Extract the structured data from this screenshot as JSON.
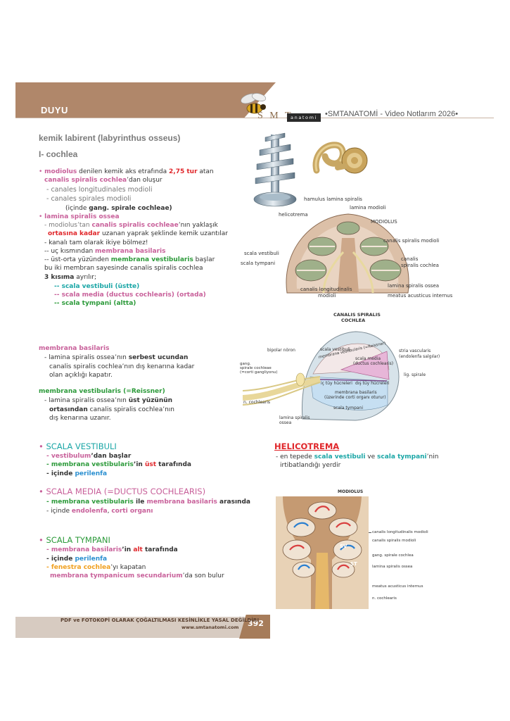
{
  "header": {
    "section": "DUYU",
    "logo_smt": "S M T",
    "logo_ana": "anatomi",
    "brand": "•SMTANATOMİ - Video Notlarım 2026•"
  },
  "intro": {
    "title": "kemik labirent (labyrinthus osseus)",
    "subtitle": "I- cochlea"
  },
  "modiolus": {
    "l1_a": "modiolus",
    "l1_b": " denilen kemik aks etrafında ",
    "l1_c": "2,75 tur",
    "l1_d": " atan",
    "l2_a": "canalis spiralis cochlea",
    "l2_b": "’dan oluşur",
    "l3": "- canales longitudinales modioli",
    "l4": "- canales spirales modioli",
    "l5_a": "(içinde ",
    "l5_b": "gang. spirale cochleae)",
    "l6": "lamina spiralis ossea",
    "l7_a": "- modiolus",
    "l7_b": "’tan ",
    "l7_c": "canalis spiralis cochleae",
    "l7_d": "’nın yaklaşık",
    "l8_a": "ortasına kadar",
    "l8_b": " uzanan yaprak şeklinde kemik uzantılar",
    "l9": "- kanalı tam olarak ikiye bölmez!",
    "l10_a": "-- uç kısmından ",
    "l10_b": "membrana basilaris",
    "l11_a": "-- üst-orta yüzünden ",
    "l11_b": "membrana vestibularis",
    "l11_c": " başlar",
    "l12": "bu iki membran sayesinde canalis spiralis cochlea",
    "l13_a": "3 kısıma",
    "l13_b": " ayrılır;",
    "l14": "-- scala vestibuli (üstte)",
    "l15": "-- scala media (ductus cochlearis) (ortada)",
    "l16": "-- scala tympani (altta)"
  },
  "basilaris": {
    "title": "membrana basilaris",
    "l1_a": "- lamina spiralis ossea’nın ",
    "l1_b": "serbest ucundan",
    "l2": "canalis spiralis cochlea’nın dış kenarına kadar",
    "l3": "olan açıklığı kapatır."
  },
  "vestibularis": {
    "title": "membrana vestibularis (=Reissner)",
    "l1_a": "- lamina spiralis ossea’nın ",
    "l1_b": "üst yüzünün",
    "l2_a": "ortasından",
    "l2_b": " canalis spiralis cochlea’nın",
    "l3": "dış kenarına uzanır."
  },
  "scala_vestibuli": {
    "title": "SCALA VESTIBULI",
    "l1_a": "- vestibulum",
    "l1_b": "’dan başlar",
    "l2_a": "- membrana vestibularis",
    "l2_b": "’in ",
    "l2_c": "üst",
    "l2_d": " tarafında",
    "l3_a": "- içinde ",
    "l3_b": "perilenfa"
  },
  "scala_media": {
    "title": "SCALA MEDIA (=DUCTUS COCHLEARIS)",
    "l1_a": "- membrana vestibularis",
    "l1_b": " ile ",
    "l1_c": "membrana basilaris",
    "l1_d": " arasında",
    "l2_a": "- içinde ",
    "l2_b": "endolenfa",
    "l2_c": ", ",
    "l2_d": "corti organı"
  },
  "scala_tympani": {
    "title": "SCALA TYMPANI",
    "l1_a": "- membrana basilaris",
    "l1_b": "’in ",
    "l1_c": "alt",
    "l1_d": " tarafında",
    "l2_a": "- içinde ",
    "l2_b": "perilenfa",
    "l3_a": "- fenestra cochlea",
    "l3_b": "’yı kapatan",
    "l4_a": "membrana tympanicum secundarium",
    "l4_b": "’da son bulur"
  },
  "helicotrema": {
    "title": "HELICOTREMA",
    "l1_a": "- en tepede ",
    "l1_b": "scala vestibuli",
    "l1_c": " ve ",
    "l1_d": "scala tympani",
    "l1_e": "’nin",
    "l2": "irtibatlandığı yerdir"
  },
  "fig1": {
    "hamulus": "hamulus lamina spiralis",
    "lamina_modioli": "lamina modioli",
    "helicotrema": "helicotrema",
    "modiolus": "MODIOLUS",
    "canalis_spiralis_modioli": "canalis spiralis modioli",
    "scala_vestibuli": "scala vestibuli",
    "scala_tympani": "scala tympani",
    "canalis_a": "canalis",
    "canalis_b": "spiralis cochlea",
    "lamina_spiralis_ossea": "lamina spiralis ossea",
    "canalis_long_a": "canalis longitudinalis",
    "canalis_long_b": "modioli",
    "meatus": "meatus acusticus internus"
  },
  "fig2": {
    "title_a": "CANALIS SPIRALIS",
    "title_b": "COCHLEA",
    "bipolar": "bipolar nöron",
    "scala_vestibuli": "scala vestibuli",
    "memb_vest": "membrana vestibularis (=Reissner)",
    "scala_media_a": "scala media",
    "scala_media_b": "(ductus cochlearis)",
    "stria_a": "stria vascularis",
    "stria_b": "(endolenfa salgılar)",
    "gang_a": "gang.",
    "gang_b": "spirale cochleae",
    "gang_c": "(=corti gangliyonu)",
    "lig": "lig. spirale",
    "ic_tuy": "iç tüy hücreleri",
    "dis_tuy": "dış tüy hücreleri",
    "memb_bas_a": "membrana basilaris",
    "memb_bas_b": "(üzerinde corti organı oturur)",
    "n_cochlearis": "n. cochlearis",
    "scala_tympani": "scala tympani",
    "lamina_a": "lamina spiralis",
    "lamina_b": "ossea"
  },
  "fig3": {
    "modiolus": "MODIOLUS",
    "canalis_long": "canalis longitudinalis modioli",
    "canalis_spir": "canalis spiralis modioli",
    "gang": "gang. spirale cochlea",
    "lamina": "lamina spiralis ossea",
    "meatus": "meatus acusticus internus",
    "n_cochlearis": "n. cochlearis",
    "sv": "SV",
    "st": "ST"
  },
  "footer": {
    "warning": "PDF ve FOTOKOPİ OLARAK ÇOĞALTILMASI KESİNLİKLE YASAL DEĞİLDİR!",
    "url": "www.smtanatomi.com",
    "page": "392"
  }
}
